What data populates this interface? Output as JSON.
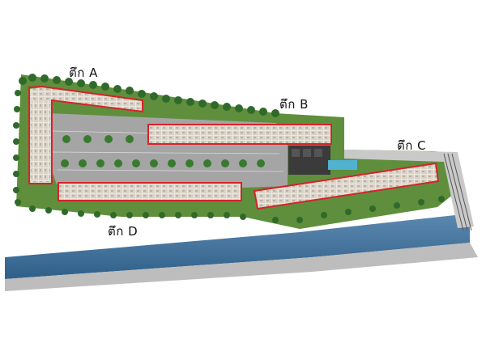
{
  "buildings": {
    "a": {
      "label": "ตึก  A"
    },
    "b": {
      "label": "ตึก  B"
    },
    "c": {
      "label": "ตึก  C"
    },
    "d": {
      "label": "ตึก  D"
    }
  },
  "colors": {
    "outline": "#d6232a",
    "lawn": "#5f8f3c",
    "tree": "#2f6a2a",
    "road": "#9a9a9a",
    "water": "#3e6f9a",
    "roof": "#e9e4dc"
  }
}
